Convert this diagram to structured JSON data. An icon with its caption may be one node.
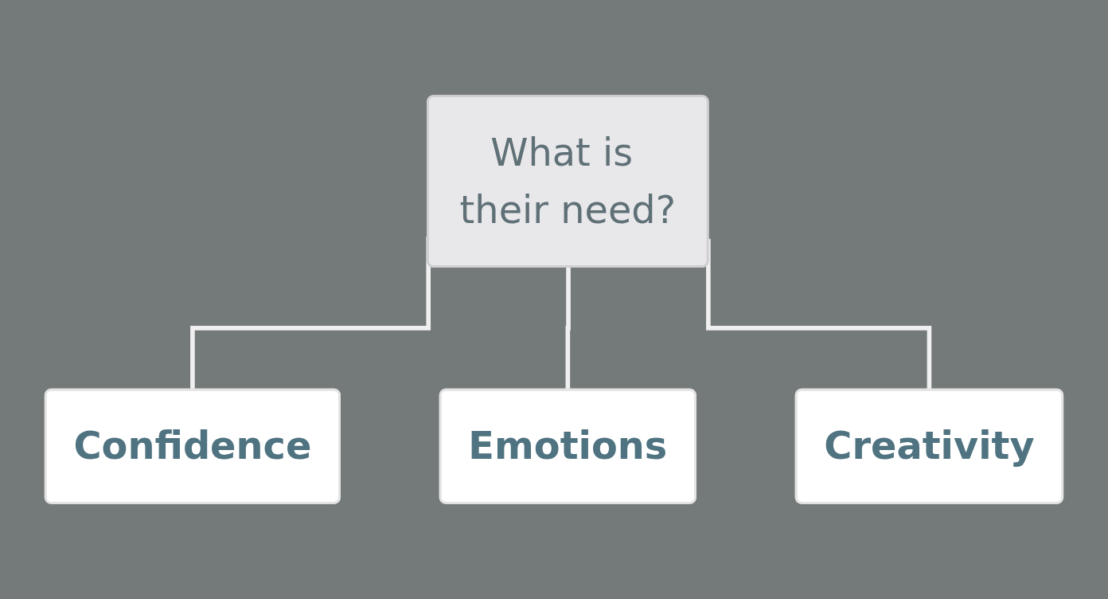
{
  "diagram": {
    "nodes": [
      {
        "text": [
          "What is their need?"
        ]
      },
      {
        "text": [
          "Confidence"
        ]
      },
      {
        "text": [
          "Emotions"
        ]
      },
      {
        "text": [
          "Creativity"
        ]
      }
    ],
    "edges": [
      {
        "from": 0,
        "to": 1,
        "arrow": "none"
      },
      {
        "from": 0,
        "to": 2,
        "arrow": "none"
      },
      {
        "from": 0,
        "to": 3,
        "arrow": "none"
      }
    ]
  }
}
